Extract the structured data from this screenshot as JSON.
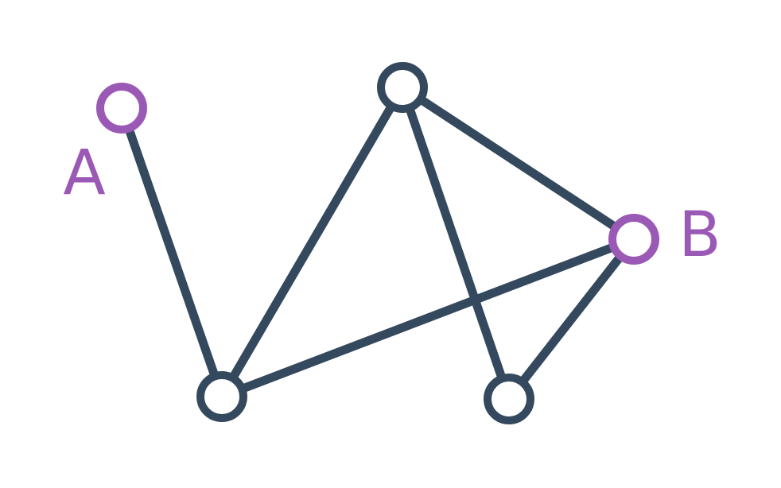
{
  "colors": {
    "edge": "#34495e",
    "node": "#34495e",
    "highlight": "#9b59b6",
    "background": "#ffffff"
  },
  "nodes": [
    {
      "id": "A",
      "label": "A",
      "highlighted": true
    },
    {
      "id": "top",
      "label": "",
      "highlighted": false
    },
    {
      "id": "B",
      "label": "B",
      "highlighted": true
    },
    {
      "id": "bottom-left",
      "label": "",
      "highlighted": false
    },
    {
      "id": "bottom-right",
      "label": "",
      "highlighted": false
    }
  ],
  "edges": [
    {
      "from": "A",
      "to": "bottom-left"
    },
    {
      "from": "bottom-left",
      "to": "top"
    },
    {
      "from": "bottom-left",
      "to": "B"
    },
    {
      "from": "top",
      "to": "B"
    },
    {
      "from": "top",
      "to": "bottom-right"
    },
    {
      "from": "B",
      "to": "bottom-right"
    }
  ]
}
